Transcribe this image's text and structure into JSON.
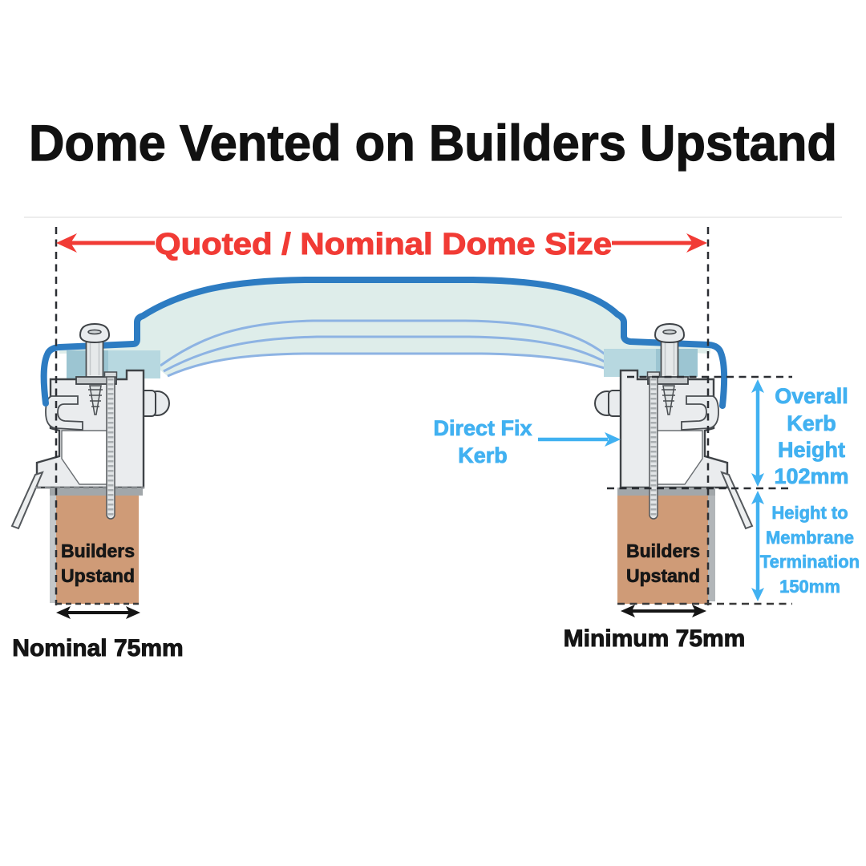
{
  "title": "Dome Vented on Builders Upstand",
  "dome": {
    "size_label": "Quoted / Nominal Dome Size"
  },
  "kerb": {
    "pointer_label_lines": [
      "Direct Fix",
      "Kerb"
    ],
    "height_label_lines": [
      "Overall",
      "Kerb",
      "Height",
      "102mm"
    ],
    "height_value": "102mm"
  },
  "membrane": {
    "label_lines": [
      "Height to",
      "Membrane",
      "Termination",
      "150mm"
    ],
    "height_value": "150mm"
  },
  "upstand": {
    "left_label_lines": [
      "Builders",
      "Upstand"
    ],
    "right_label_lines": [
      "Builders",
      "Upstand"
    ],
    "left_width_label": "Nominal 75mm",
    "right_width_label": "Minimum 75mm"
  },
  "colors": {
    "dome_skin": "#2d7cc2",
    "dome_fill": "#deedea",
    "dome_inner_lines": "#8db3e3",
    "glazing_teal": "#b7d8e0",
    "kerb_gray": "#eaecee",
    "kerb_outline": "#3f4347",
    "upstand_brown": "#cf9b77",
    "membrane_gray": "#a2a7aa",
    "annotation_blue": "#41b1f1",
    "annotation_red": "#f13b35",
    "text_black": "#111111"
  }
}
